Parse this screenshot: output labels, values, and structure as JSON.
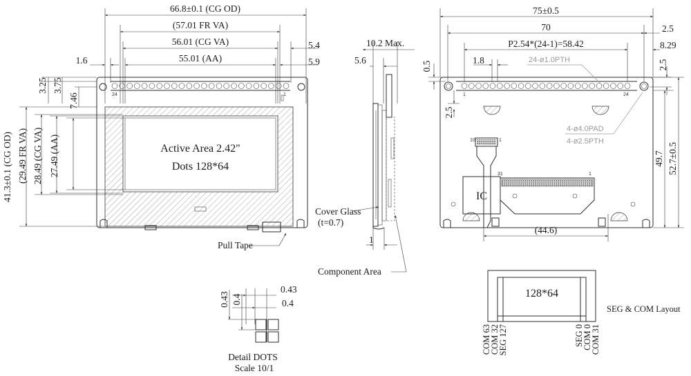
{
  "front": {
    "dims": {
      "cg_od_w": "66.8±0.1 (CG OD)",
      "fr_va_w": "(57.01 FR VA)",
      "cg_va_w": "56.01 (CG VA)",
      "aa_w": "55.01 (AA)",
      "left_off": "1.6",
      "right_5_4": "5.4",
      "right_5_9": "5.9",
      "v_3_25": "3.25",
      "v_3_75": "3.75",
      "v_7_46": "7.46",
      "cg_od_h": "41.3±0.1 (CG OD)",
      "fr_va_h": "(29.49 FR VA)",
      "cg_va_h": "28.49 (CG VA)",
      "aa_h": "27.49 (AA)"
    },
    "active_area": "Active Area 2.42\"",
    "dots": "Dots 128*64",
    "pin_left": "24",
    "pin_right": "1",
    "pull_tape": "Pull Tape"
  },
  "side": {
    "max_thick": "10.2 Max.",
    "d_5_6": "5.6",
    "d_1": "1",
    "cover_glass": "Cover Glass",
    "cover_glass_t": "(t=0.7)",
    "component_area": "Component Area"
  },
  "back": {
    "dims": {
      "w_75": "75±0.5",
      "w_70": "70",
      "pitch": "P2.54*(24-1)=58.42",
      "d_2_5_top": "2.5",
      "d_8_29": "8.29",
      "d_2_5_r": "2.5",
      "d_0_5": "0.5",
      "d_1_8": "1.8",
      "d_2_5_l": "2.5",
      "h_49_7": "49.7",
      "h_52_7": "52.7±0.5",
      "w_44_6": "(44.6)"
    },
    "pth_note": "24-ø1.0PTH",
    "pad_note": "4-ø4.0PAD",
    "pth2_note": "4-ø2.5PTH",
    "pin_left": "1",
    "pin_right": "24",
    "ic": "IC",
    "fpc_left": "10",
    "fpc_right": "1",
    "conn_left": "31",
    "conn_right": "1"
  },
  "detail": {
    "d_0_43_v": "0.43",
    "d_0_4_v": "0.4",
    "d_0_43_h": "0.43",
    "d_0_4_h": "0.4",
    "title": "Detail DOTS",
    "scale": "Scale 10/1"
  },
  "layout": {
    "resolution": "128*64",
    "title": "SEG & COM  Layout",
    "labels": [
      "COM 63",
      "COM 32",
      "SEG 127",
      "SEG 0",
      "COM 0",
      "COM 31"
    ]
  }
}
